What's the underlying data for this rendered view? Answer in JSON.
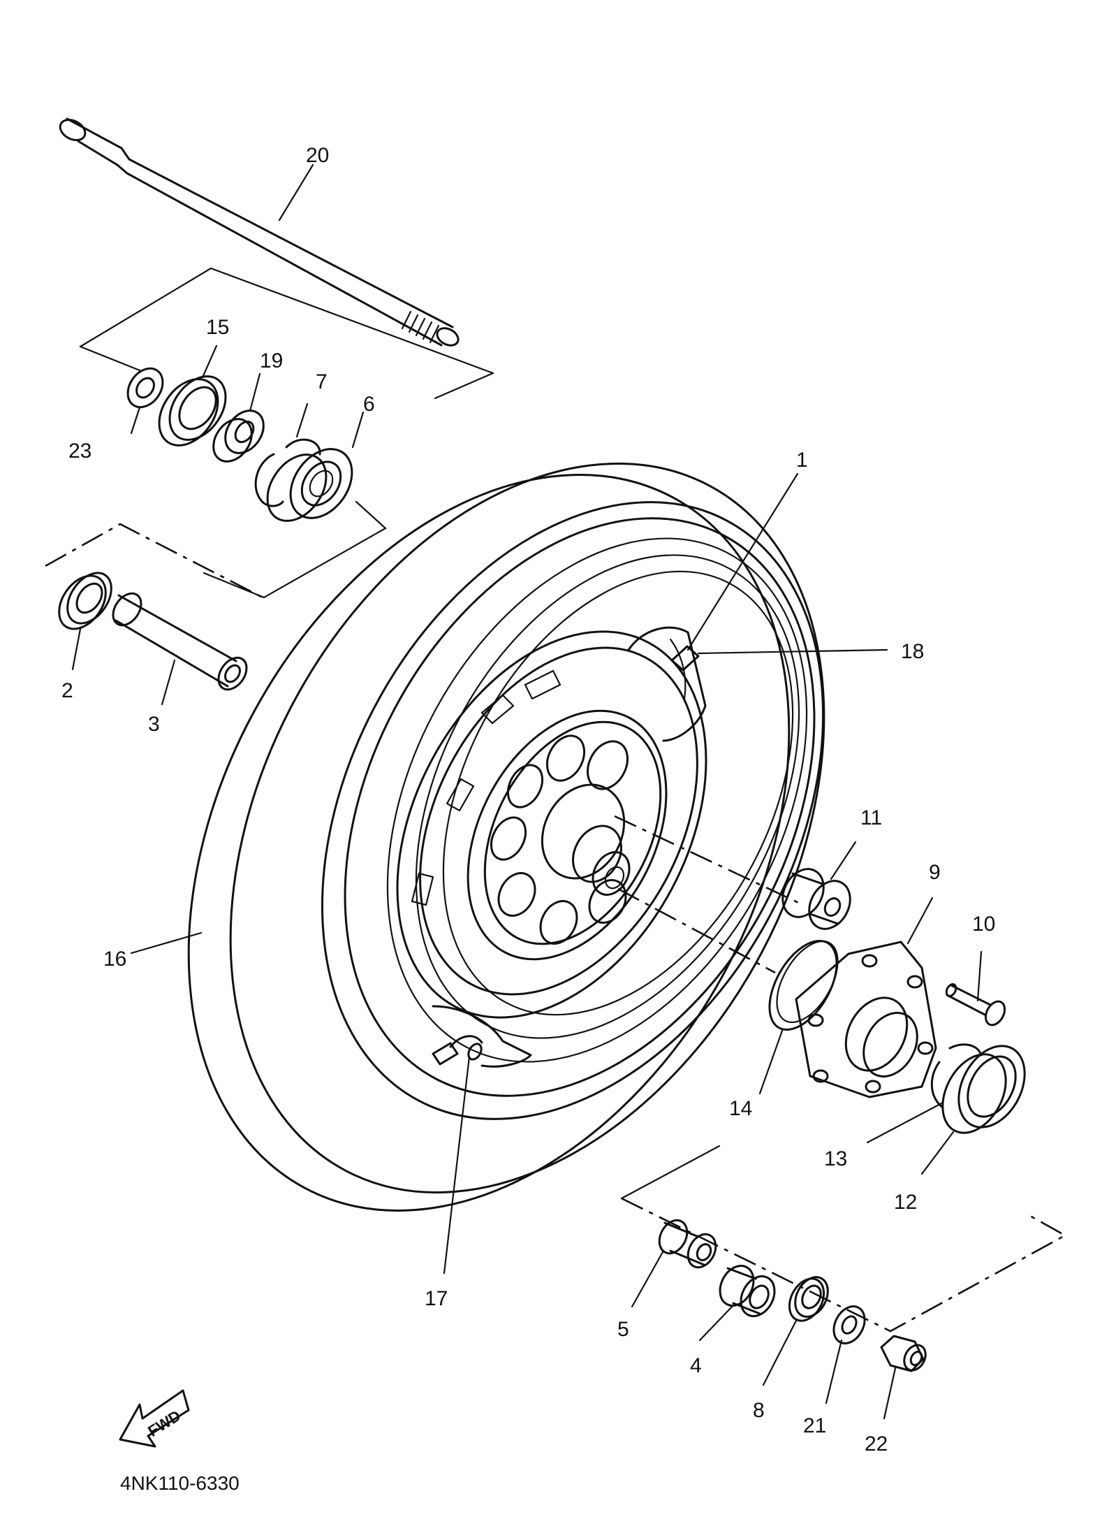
{
  "diagram_code": "4NK110-6330",
  "fwd_label": "FWD",
  "callouts": [
    "1",
    "2",
    "3",
    "4",
    "5",
    "6",
    "7",
    "8",
    "9",
    "10",
    "11",
    "12",
    "13",
    "14",
    "15",
    "16",
    "17",
    "18",
    "19",
    "20",
    "21",
    "22",
    "23"
  ],
  "icons": {
    "direction_arrow": "fwd-arrow-icon"
  }
}
